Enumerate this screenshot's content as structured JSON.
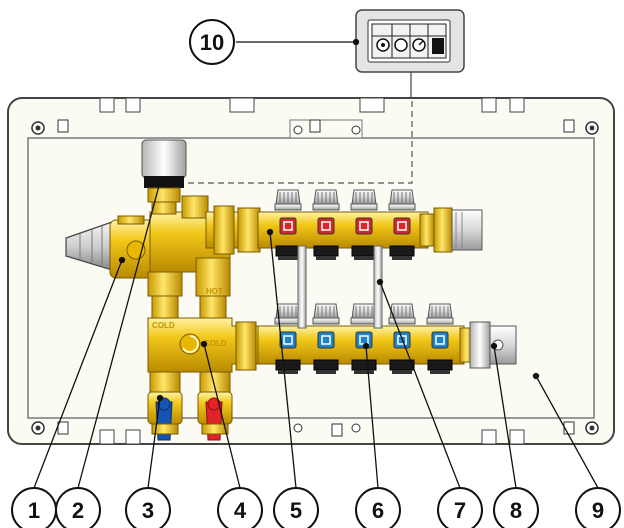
{
  "callouts": [
    {
      "label": "1"
    },
    {
      "label": "2"
    },
    {
      "label": "3"
    },
    {
      "label": "4"
    },
    {
      "label": "5"
    },
    {
      "label": "6"
    },
    {
      "label": "7"
    },
    {
      "label": "8"
    },
    {
      "label": "9"
    },
    {
      "label": "10"
    }
  ],
  "manifold_labels": {
    "cold_1": "COLD",
    "cold_2": "COLD",
    "hot": "HOT"
  },
  "colors": {
    "brass": "#f2c81a",
    "brass_dark": "#c99a00",
    "panel_fill": "#fbfaf3",
    "panel_stroke": "#555555",
    "cap_red": "#d8262b",
    "cap_blue": "#1f84c7",
    "valve_red": "#e2232a",
    "valve_blue": "#1554b5",
    "knob_black": "#1a1a1a",
    "gray_fitting": "#dedede"
  },
  "supply_cap_icons": [
    "thermometer-icon",
    "rectangle-icon",
    "chart-icon",
    "lock-icon"
  ],
  "return_cap_icons": [
    "cycle-icon",
    "rectangle-icon",
    "chart-icon",
    "drop-icon",
    "valve-icon"
  ]
}
